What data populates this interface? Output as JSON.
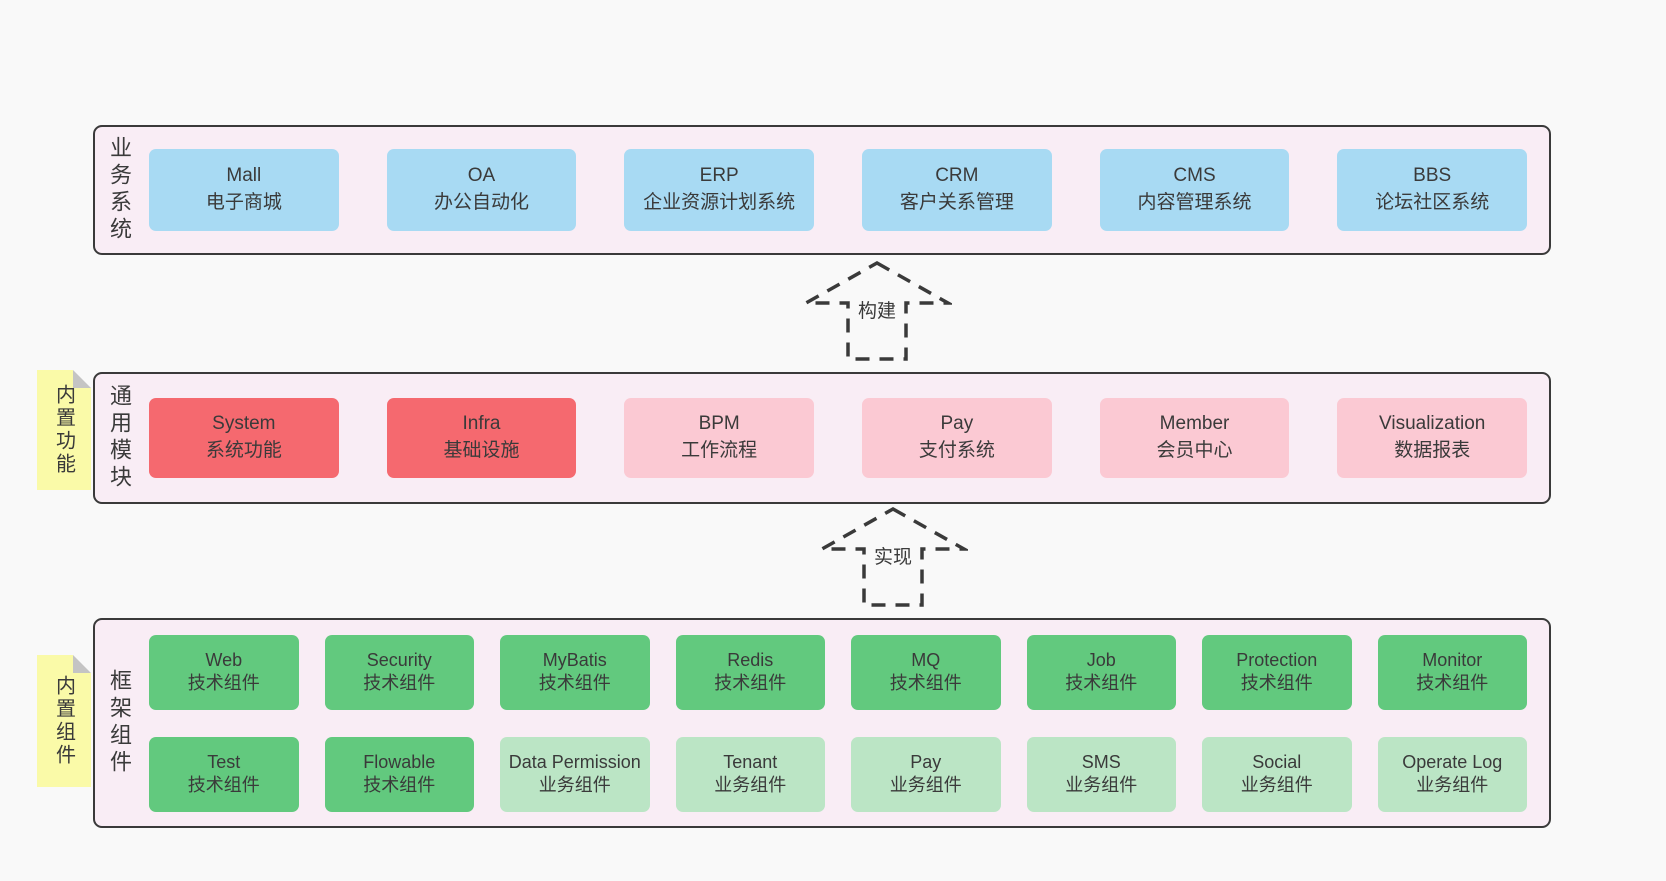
{
  "diagram": {
    "bands": [
      {
        "label": "业务系统",
        "boxes": [
          {
            "name": "Mall",
            "desc": "电子商城"
          },
          {
            "name": "OA",
            "desc": "办公自动化"
          },
          {
            "name": "ERP",
            "desc": "企业资源计划系统"
          },
          {
            "name": "CRM",
            "desc": "客户关系管理"
          },
          {
            "name": "CMS",
            "desc": "内容管理系统"
          },
          {
            "name": "BBS",
            "desc": "论坛社区系统"
          }
        ]
      },
      {
        "label": "通用模块",
        "sticky": "内置功能",
        "boxes": [
          {
            "name": "System",
            "desc": "系统功能"
          },
          {
            "name": "Infra",
            "desc": "基础设施"
          },
          {
            "name": "BPM",
            "desc": "工作流程"
          },
          {
            "name": "Pay",
            "desc": "支付系统"
          },
          {
            "name": "Member",
            "desc": "会员中心"
          },
          {
            "name": "Visualization",
            "desc": "数据报表"
          }
        ]
      },
      {
        "label": "框架组件",
        "sticky": "内置组件",
        "rows": [
          [
            {
              "name": "Web",
              "desc": "技术组件"
            },
            {
              "name": "Security",
              "desc": "技术组件"
            },
            {
              "name": "MyBatis",
              "desc": "技术组件"
            },
            {
              "name": "Redis",
              "desc": "技术组件"
            },
            {
              "name": "MQ",
              "desc": "技术组件"
            },
            {
              "name": "Job",
              "desc": "技术组件"
            },
            {
              "name": "Protection",
              "desc": "技术组件"
            },
            {
              "name": "Monitor",
              "desc": "技术组件"
            }
          ],
          [
            {
              "name": "Test",
              "desc": "技术组件"
            },
            {
              "name": "Flowable",
              "desc": "技术组件"
            },
            {
              "name": "Data Permission",
              "desc": "业务组件"
            },
            {
              "name": "Tenant",
              "desc": "业务组件"
            },
            {
              "name": "Pay",
              "desc": "业务组件"
            },
            {
              "name": "SMS",
              "desc": "业务组件"
            },
            {
              "name": "Social",
              "desc": "业务组件"
            },
            {
              "name": "Operate Log",
              "desc": "业务组件"
            }
          ]
        ]
      }
    ],
    "arrows": [
      {
        "label": "构建"
      },
      {
        "label": "实现"
      }
    ],
    "colors": {
      "page_bg": "#f9f9f9",
      "band_bg": "#f9edf5",
      "band_border": "#3a3a3a",
      "blue": "#a8daf3",
      "red": "#f5696f",
      "pink": "#fbc9d3",
      "green": "#62c97e",
      "green_light": "#bbe5c5",
      "sticky_yellow": "#fafaa8",
      "sticky_fold": "#c4c4c4",
      "text": "#3a3a3a"
    }
  }
}
